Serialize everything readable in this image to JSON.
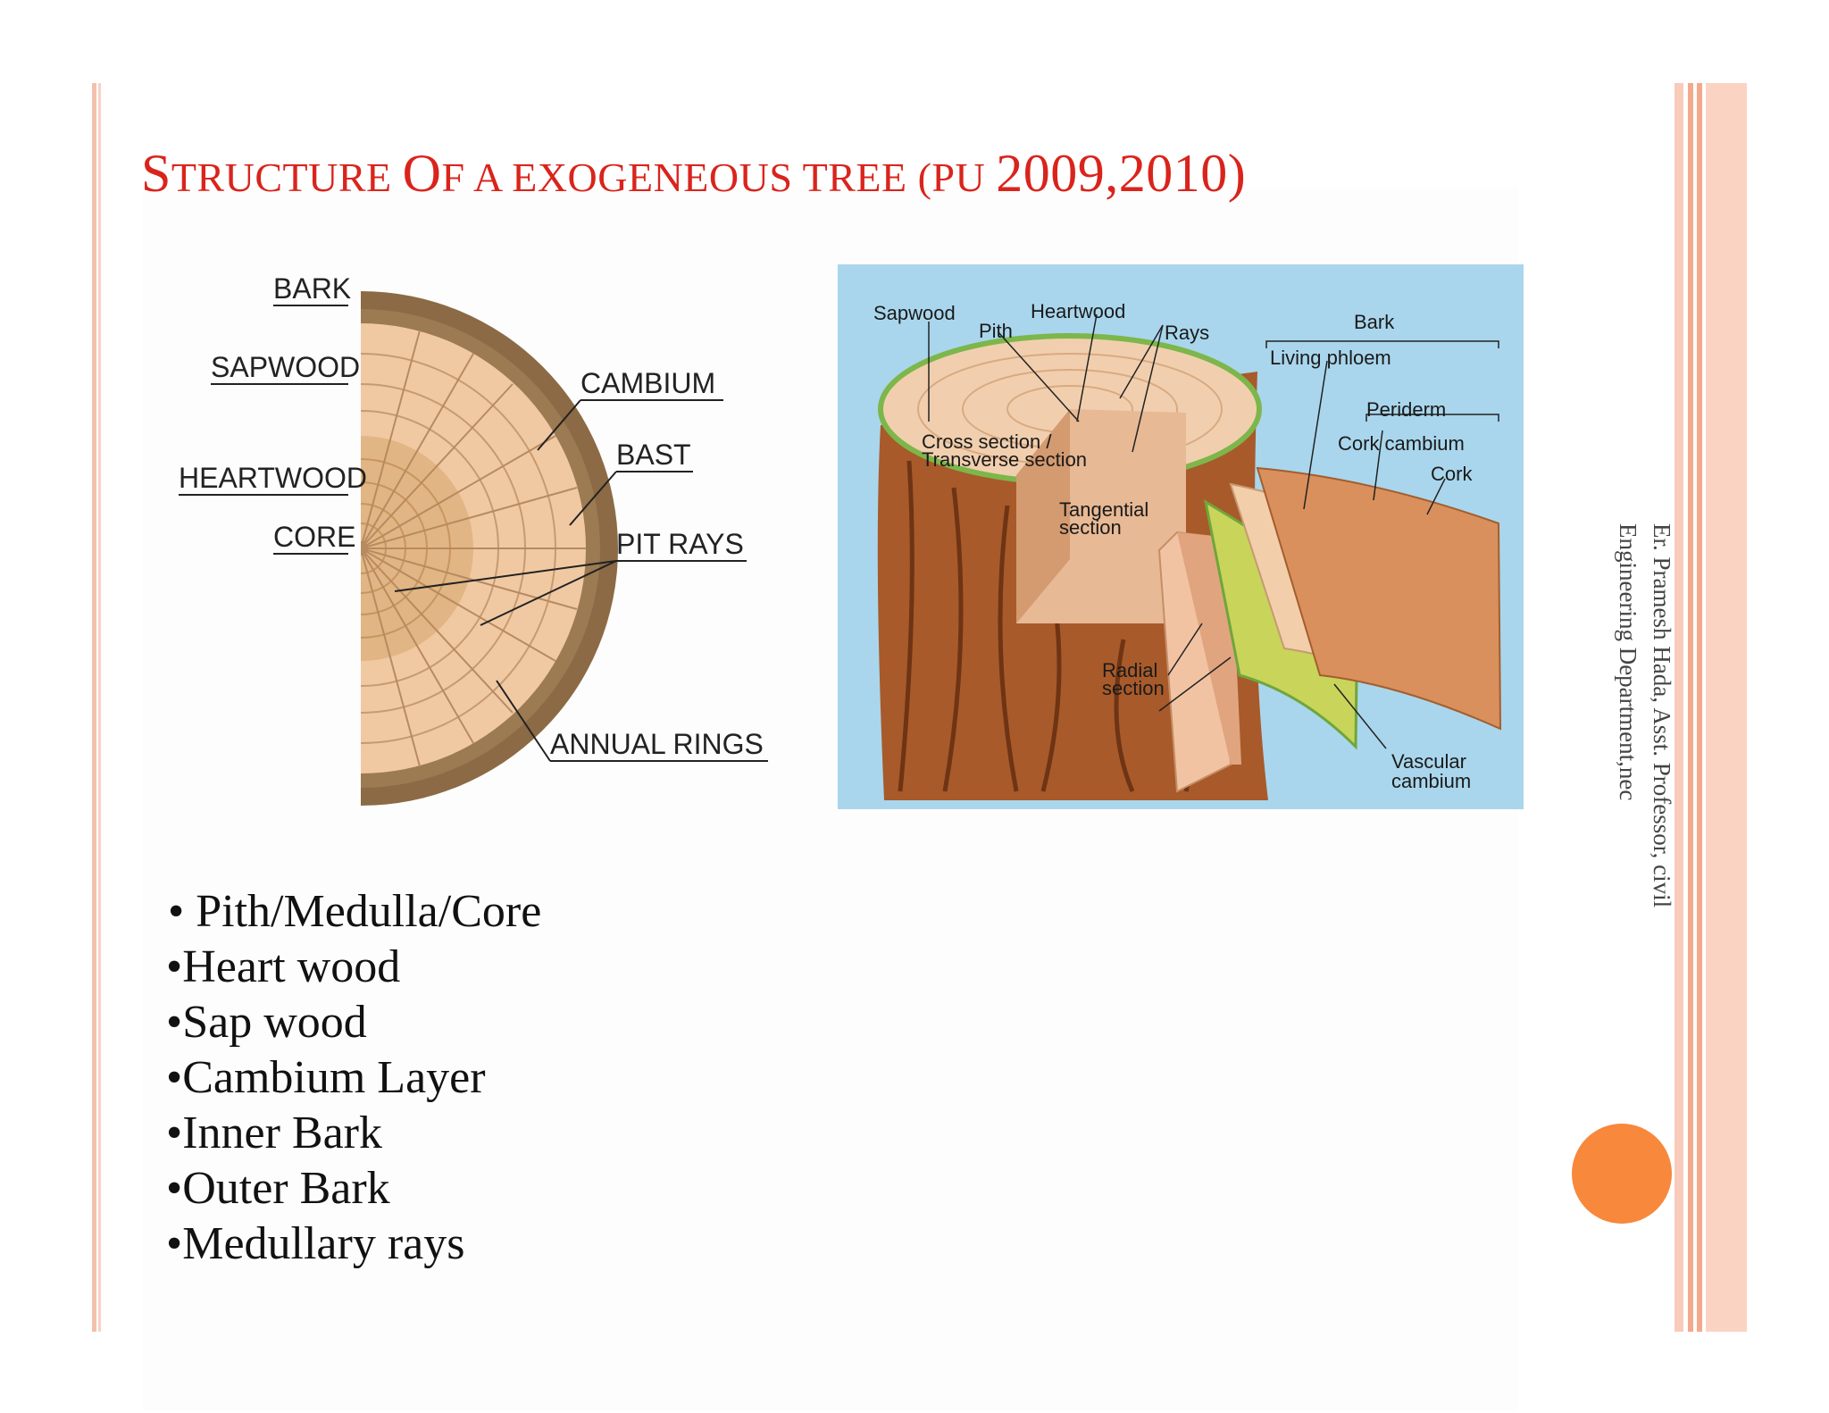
{
  "colors": {
    "title": "#d9241c",
    "accent_circle": "#f7883c",
    "rule_light": "#f2b9a5",
    "rule_dark": "#f5a98c"
  },
  "title": {
    "part1_cap": "S",
    "part1_rest": "TRUCTURE ",
    "part2_cap": "O",
    "part2_rest": "F A EXOGENEOUS TREE (PU ",
    "part3": "2009,2010)"
  },
  "left_diagram": {
    "labels": {
      "bark": "BARK",
      "sapwood": "SAPWOOD",
      "heartwood": "HEARTWOOD",
      "core": "CORE",
      "cambium": "CAMBIUM",
      "bast": "BAST",
      "pit_rays": "PIT RAYS",
      "annual_rings": "ANNUAL RINGS"
    }
  },
  "right_diagram": {
    "labels": {
      "sapwood": "Sapwood",
      "pith": "Pith",
      "heartwood": "Heartwood",
      "rays": "Rays",
      "bark": "Bark",
      "living_phloem": "Living phloem",
      "periderm": "Periderm",
      "cork_cambium": "Cork cambium",
      "cork": "Cork",
      "cross_section_1": "Cross section /",
      "cross_section_2": "Transverse section",
      "tangential_1": "Tangential",
      "tangential_2": "section",
      "radial_1": "Radial",
      "radial_2": "section",
      "vascular_1": "Vascular",
      "vascular_2": "cambium"
    }
  },
  "bullets": [
    "• Pith/Medulla/Core",
    "•Heart wood",
    "•Sap wood",
    "•Cambium Layer",
    "•Inner Bark",
    "•Outer Bark",
    "•Medullary rays"
  ],
  "footer": {
    "line1": "Er. Pramesh Hada, Asst. Professor, civil",
    "line2": "Engineering Department,nec"
  }
}
